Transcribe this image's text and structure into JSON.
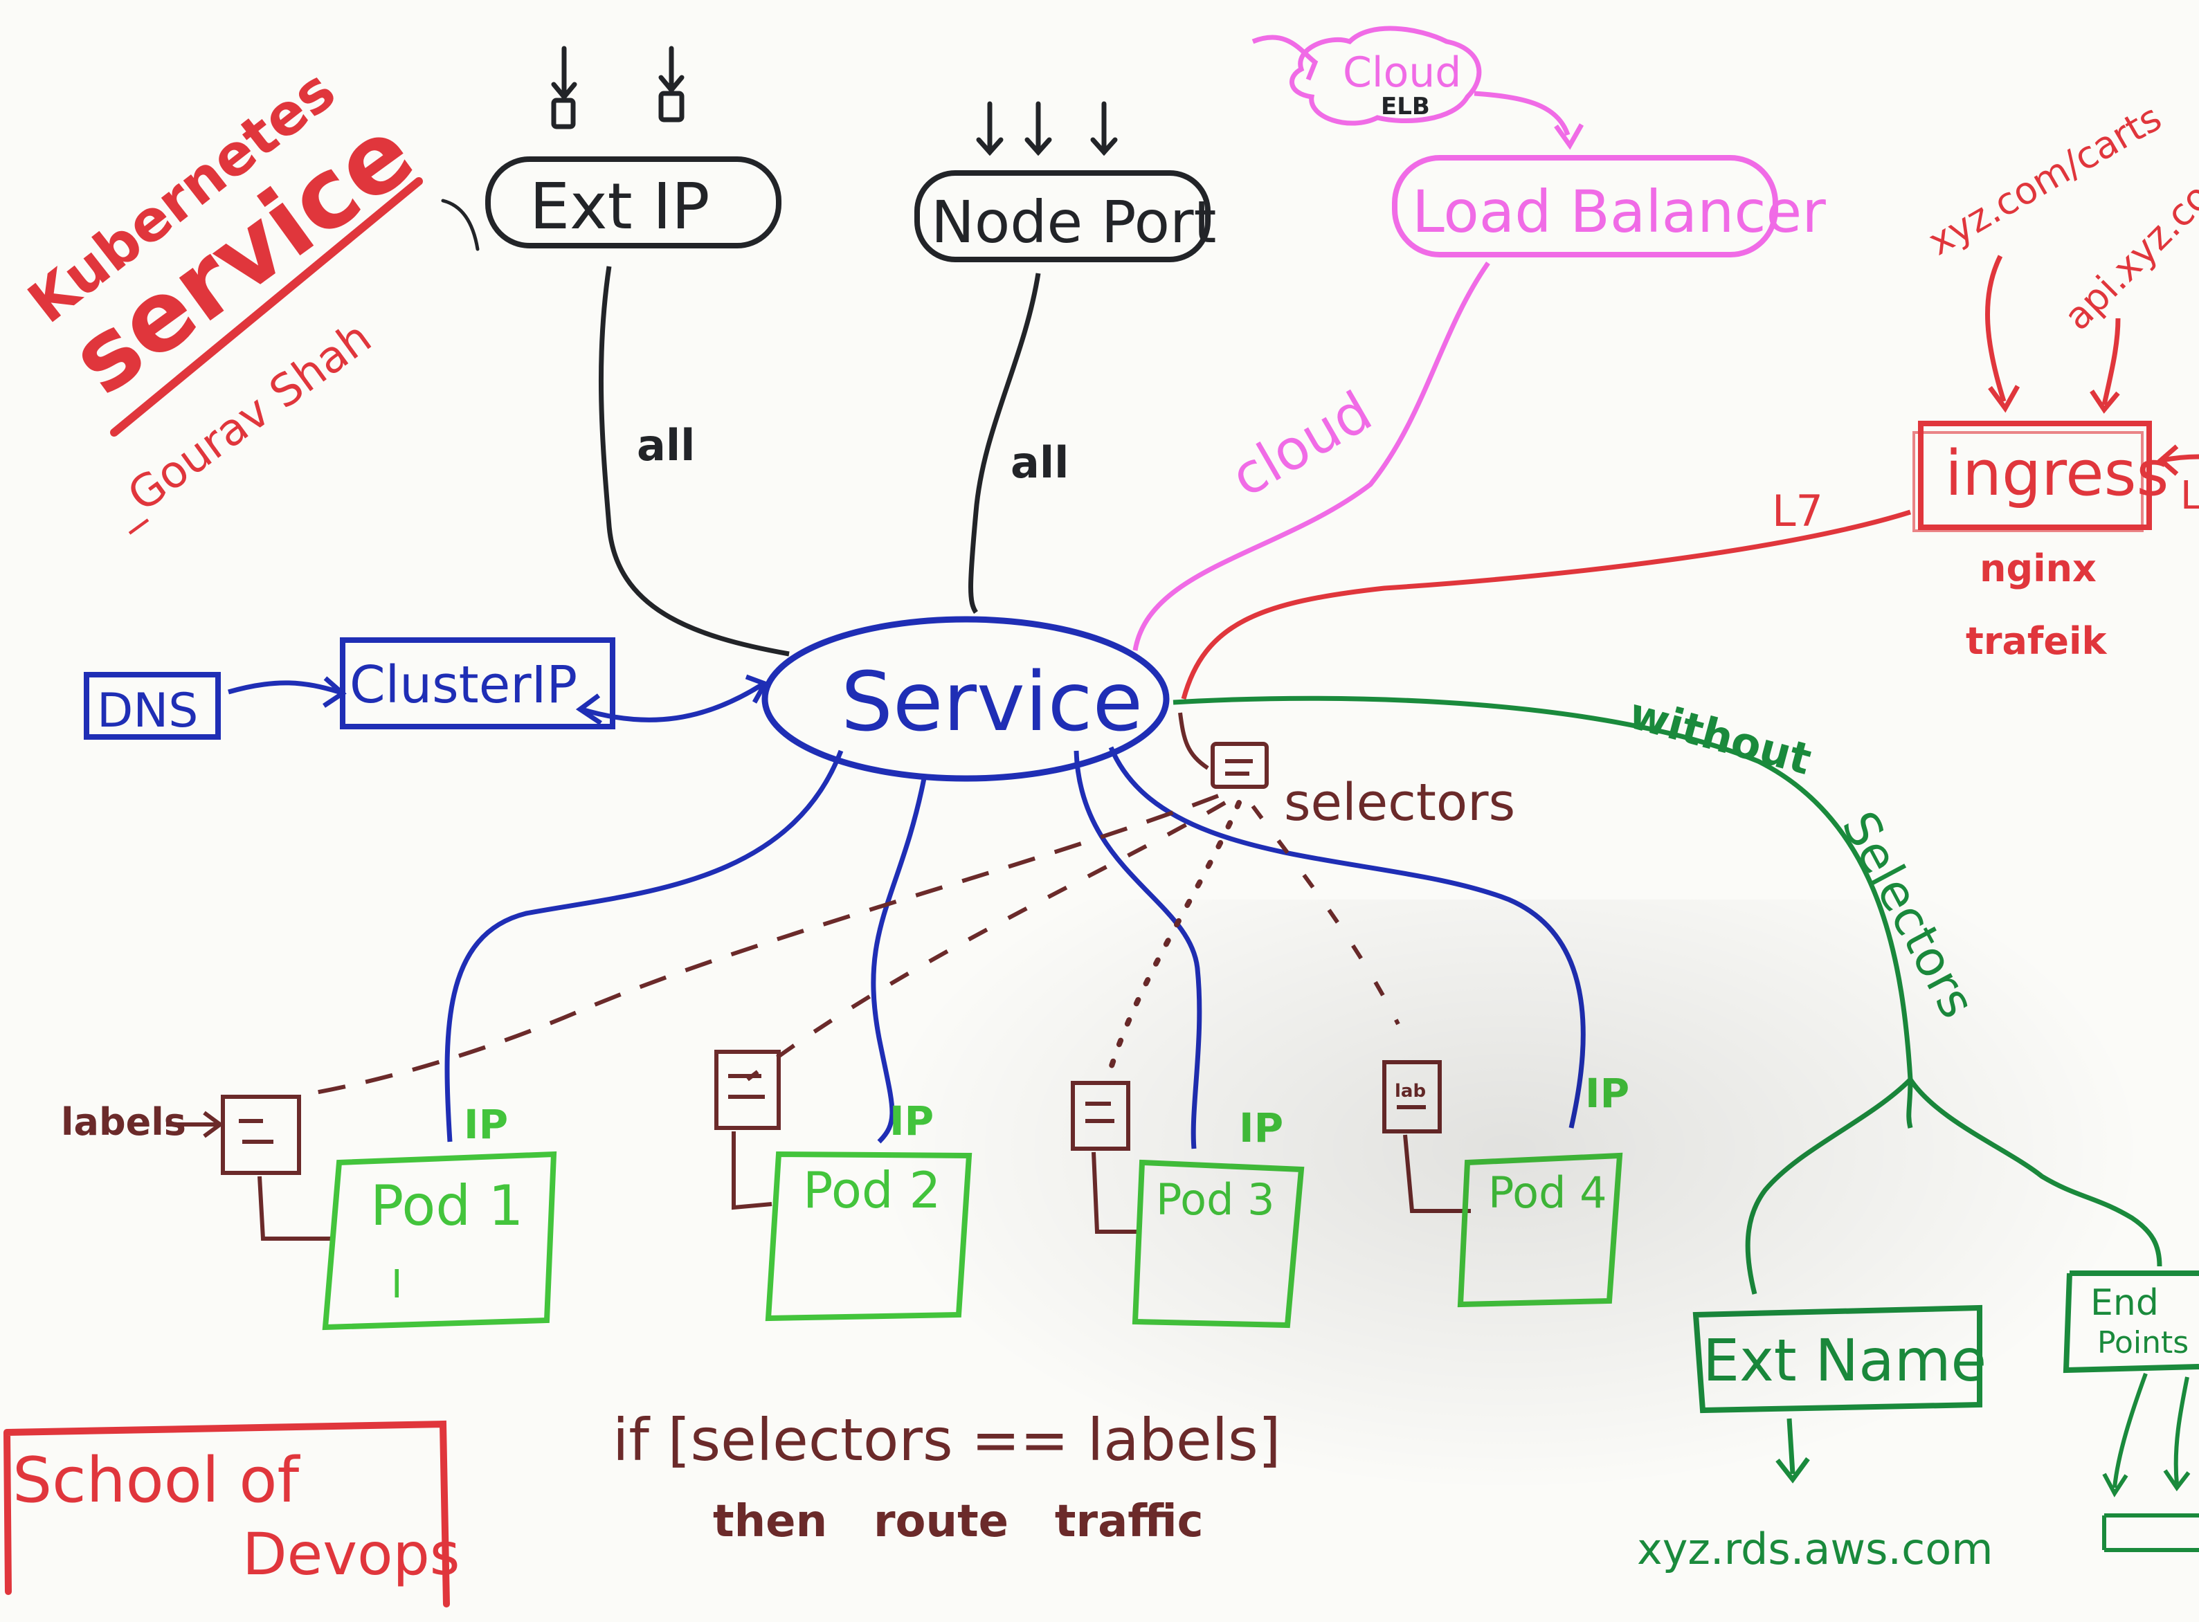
{
  "title": {
    "line1": "Kubernetes",
    "line2": "service",
    "author": "_Gourav Shah"
  },
  "service_label": "Service",
  "types": {
    "ext_ip": "Ext IP",
    "node_port": "Node Port",
    "load_balancer": "Load Balancer",
    "cloud_bubble": "Cloud",
    "elb": "ELB",
    "ingress": "ingress",
    "cluster_ip": "ClusterIP",
    "dns": "DNS"
  },
  "edge_labels": {
    "ext_ip_all": "all",
    "node_port_all": "all",
    "lb_cloud": "cloud",
    "ingress_l7": "L7",
    "without": "without",
    "selectors_vertical": "Selectors"
  },
  "ingress": {
    "routes": [
      "xyz.com/carts",
      "api.xyz.co"
    ],
    "controllers": [
      "nginx",
      "trafeik"
    ],
    "right_marker": "L"
  },
  "selectors_label": "selectors",
  "labels_label": "labels",
  "ip_label": "IP",
  "pods": [
    "Pod 1",
    "Pod 2",
    "Pod 3",
    "Pod 4"
  ],
  "pod1_mark": "I",
  "label_tag": "lab",
  "ext_name": {
    "label": "Ext Name",
    "target": "xyz.rds.aws.com"
  },
  "endpoints": {
    "line1": "End",
    "line2": "Points"
  },
  "rule": {
    "line1": "if [selectors == labels]",
    "line2": "then   route   traffic"
  },
  "school": {
    "line1": "School  of",
    "line2": "Devops"
  },
  "colors": {
    "black": "#222428",
    "blue": "#1f2eb5",
    "magenta": "#f06be6",
    "red": "#e0363c",
    "green": "#1a8a3c",
    "pod_green": "#43c43c",
    "brown": "#6b2a2a"
  }
}
